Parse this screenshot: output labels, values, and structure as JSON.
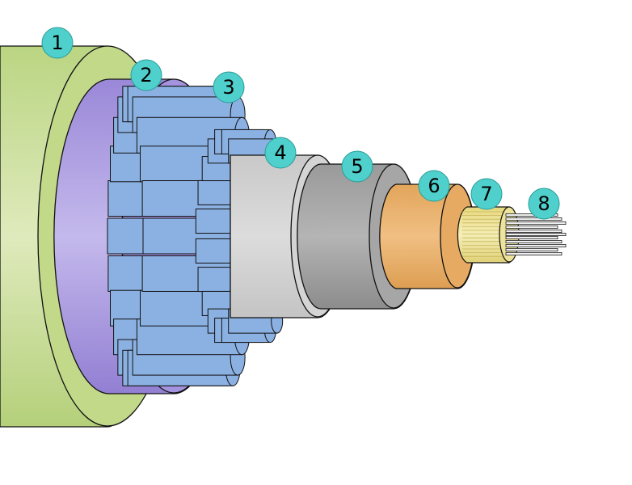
{
  "diagram": {
    "callouts": [
      {
        "label": "1",
        "layer": "outer-jacket"
      },
      {
        "label": "2",
        "layer": "purple-sheath"
      },
      {
        "label": "3",
        "layer": "armor-wires"
      },
      {
        "label": "4",
        "layer": "grey-sheath"
      },
      {
        "label": "5",
        "layer": "dark-grey-layer"
      },
      {
        "label": "6",
        "layer": "copper-layer"
      },
      {
        "label": "7",
        "layer": "yellow-tube"
      },
      {
        "label": "8",
        "layer": "optical-fibers"
      }
    ],
    "colors": {
      "outer_jacket": "#c2d98a",
      "outer_jacket_light": "#dfeabc",
      "purple_sheath": "#a493de",
      "purple_sheath_light": "#c4b9ec",
      "armor_wire": "#8bb1e2",
      "grey_sheath": "#d4d4d4",
      "dark_grey": "#a6a6a6",
      "copper": "#e6aa63",
      "yellow_tube": "#eee39a",
      "fiber": "#eeeeee",
      "callout_fill": "#4fd0cc",
      "outline": "#111111"
    }
  }
}
